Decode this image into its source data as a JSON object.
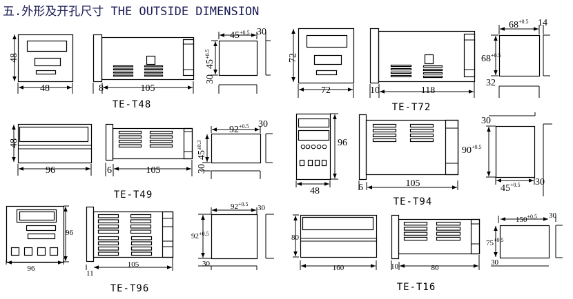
{
  "title": "五.外形及开孔尺寸 THE OUTSIDE DIMENSION",
  "models": [
    {
      "name": "TE-T48",
      "front_h": "48",
      "front_w": "48",
      "flange": "8",
      "depth": "105",
      "cut_w": "45",
      "cut_w_tol": "+0.5",
      "cut_h": "45",
      "cut_h_tol": "+0.5",
      "gap_x": "30",
      "gap_y": "30"
    },
    {
      "name": "TE-T72",
      "front_h": "72",
      "front_w": "72",
      "flange": "10",
      "depth": "118",
      "cut_w": "68",
      "cut_w_tol": "+0.5",
      "cut_h": "68",
      "cut_h_tol": "+0.5",
      "gap_x": "14",
      "gap_y": "32"
    },
    {
      "name": "TE-T49",
      "front_h": "48",
      "front_w": "96",
      "flange": "6",
      "depth": "105",
      "cut_w": "92",
      "cut_w_tol": "+0.5",
      "cut_h": "45",
      "cut_h_tol": "±0.3",
      "gap_x": "30",
      "gap_y": "30"
    },
    {
      "name": "TE-T94",
      "front_h": "96",
      "front_w": "48",
      "flange": "6",
      "depth": "105",
      "cut_w": "45",
      "cut_w_tol": "+0.5",
      "cut_h": "90",
      "cut_h_tol": "+0.5",
      "gap_x": "30",
      "gap_y": "30"
    },
    {
      "name": "TE-T96",
      "front_h": "96",
      "front_w": "96",
      "flange": "11",
      "depth": "105",
      "cut_w": "92",
      "cut_w_tol": "+0.5",
      "cut_h": "92",
      "cut_h_tol": "+0.5",
      "gap_x": "30",
      "gap_y": "30"
    },
    {
      "name": "TE-T16",
      "front_h": "80",
      "front_w": "160",
      "flange": "10",
      "depth": "80",
      "cut_w": "150",
      "cut_w_tol": "+0.5",
      "cut_h": "75",
      "cut_h_tol": "+0.5",
      "gap_x": "30",
      "gap_y": "30"
    }
  ]
}
